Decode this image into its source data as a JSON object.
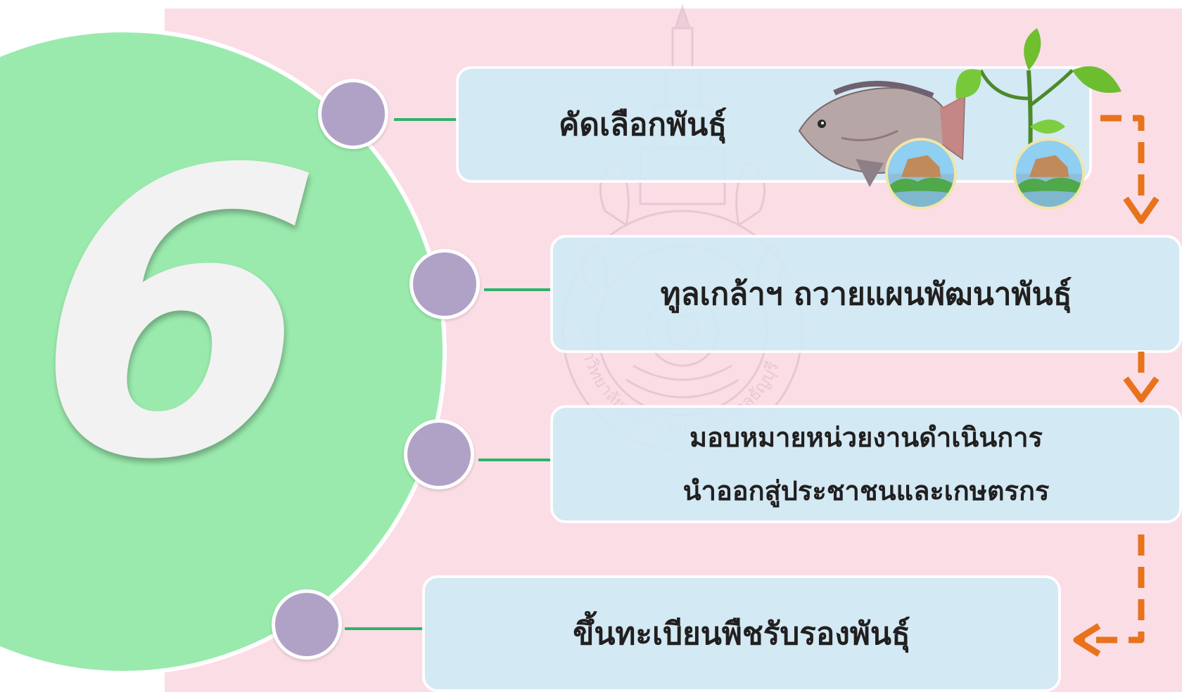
{
  "number": "6",
  "steps": [
    {
      "lines": [
        "คัดเลือกพันธุ์"
      ]
    },
    {
      "lines": [
        "ทูลเกล้าฯ ถวายแผนพัฒนาพันธุ์"
      ]
    },
    {
      "lines": [
        "มอบหมายหน่วยงานดำเนินการ",
        "นำออกสู่ประชาชนและเกษตรกร"
      ]
    },
    {
      "lines": [
        "ขึ้นทะเบียนพืชรับรองพันธุ์"
      ]
    }
  ],
  "watermark": {
    "text": "มหาวิทยาลัยเทคโนโลยีราชมงคลธัญบุรี"
  },
  "icons": {
    "fish": "tilapia-fish-icon",
    "sprout": "plant-sprout-icon",
    "badge": "scenery-badge-icon",
    "arrow": "dashed-arrow-icon"
  },
  "colors": {
    "background": "#fbdde6",
    "circle": "#9aeaad",
    "node": "#b0a2c7",
    "connector": "#2db36b",
    "box": "#d1eaf6",
    "arrow": "#e8731c"
  }
}
